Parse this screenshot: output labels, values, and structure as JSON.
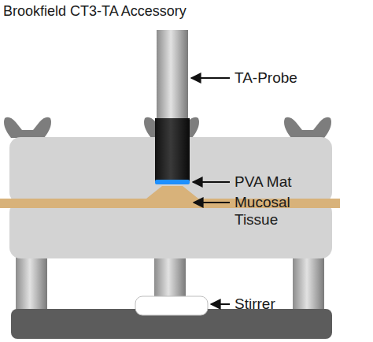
{
  "diagram": {
    "title": "Brookfield CT3-TA Accessory",
    "labels": [
      "TA-Probe",
      "PVA Mat",
      "Mucosal Tissue",
      "Stirrer"
    ]
  }
}
